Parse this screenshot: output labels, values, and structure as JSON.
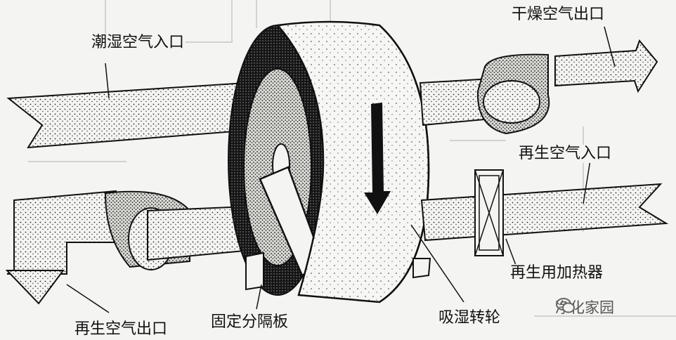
{
  "labels": {
    "humid_air_inlet": "潮湿空气入口",
    "dry_air_outlet": "干燥空气出口",
    "regen_air_inlet": "再生空气入口",
    "regen_heater": "再生用加热器",
    "regen_air_outlet": "再生空气出口",
    "fixed_partition": "固定分隔板",
    "desiccant_wheel": "吸湿转轮"
  },
  "watermark": {
    "text": "净化家园",
    "icon": "wechat-icon"
  },
  "colors": {
    "ink": "#111111",
    "paper": "#f4f4f2",
    "stipple": "#2a2a2a"
  }
}
